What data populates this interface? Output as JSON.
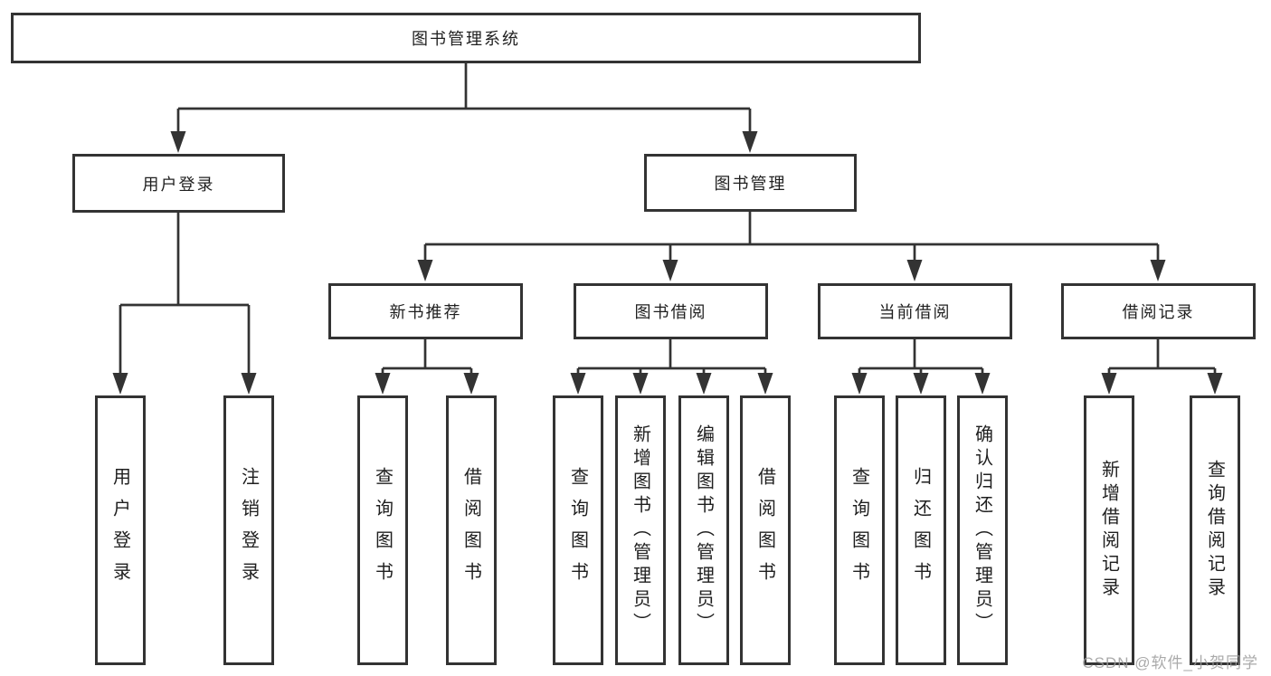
{
  "diagram": {
    "tree": {
      "label": "图书管理系统",
      "children": [
        {
          "label": "用户登录",
          "children": [
            {
              "label": "用户登录"
            },
            {
              "label": "注销登录"
            }
          ]
        },
        {
          "label": "图书管理",
          "children": [
            {
              "label": "新书推荐",
              "children": [
                {
                  "label": "查询图书"
                },
                {
                  "label": "借阅图书"
                }
              ]
            },
            {
              "label": "图书借阅",
              "children": [
                {
                  "label": "查询图书"
                },
                {
                  "label": "新增图书（管理员）"
                },
                {
                  "label": "编辑图书（管理员）"
                },
                {
                  "label": "借阅图书"
                }
              ]
            },
            {
              "label": "当前借阅",
              "children": [
                {
                  "label": "查询图书"
                },
                {
                  "label": "归还图书"
                },
                {
                  "label": "确认归还（管理员）"
                }
              ]
            },
            {
              "label": "借阅记录",
              "children": [
                {
                  "label": "新增借阅记录"
                },
                {
                  "label": "查询借阅记录"
                }
              ]
            }
          ]
        }
      ]
    },
    "watermark": "CSDN @软件_小贺同学",
    "colors": {
      "line": "#333333",
      "box_border": "#333333",
      "text": "#1f1f1f",
      "watermark": "#9b9b9b",
      "background": "#ffffff"
    }
  }
}
